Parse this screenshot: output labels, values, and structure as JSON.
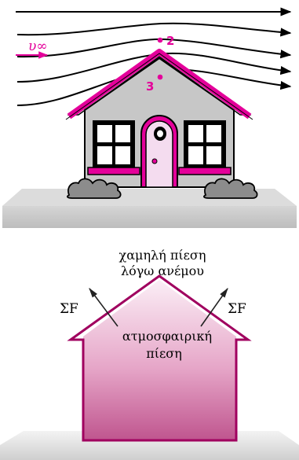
{
  "top_panel": {
    "velocity_label": "υ∞",
    "point_labels": [
      "2",
      "3"
    ],
    "colors": {
      "accent": "#e4009a",
      "streamline": "#000000",
      "house_wall": "#c7c7c7",
      "ground": "#d9d9d9",
      "door": "#f4dcef"
    }
  },
  "bottom_panel": {
    "low_pressure_label_line1": "χαμηλή πίεση",
    "low_pressure_label_line2": "λόγω ανέμου",
    "force_label_left": "ΣF",
    "force_label_right": "ΣF",
    "inside_label_line1": "ατμοσφαιρική",
    "inside_label_line2": "πίεση",
    "colors": {
      "outline": "#a0005f",
      "fill_light": "#fbeef6",
      "fill_dark": "#c9669d",
      "ground": "#e6e6e6"
    }
  }
}
